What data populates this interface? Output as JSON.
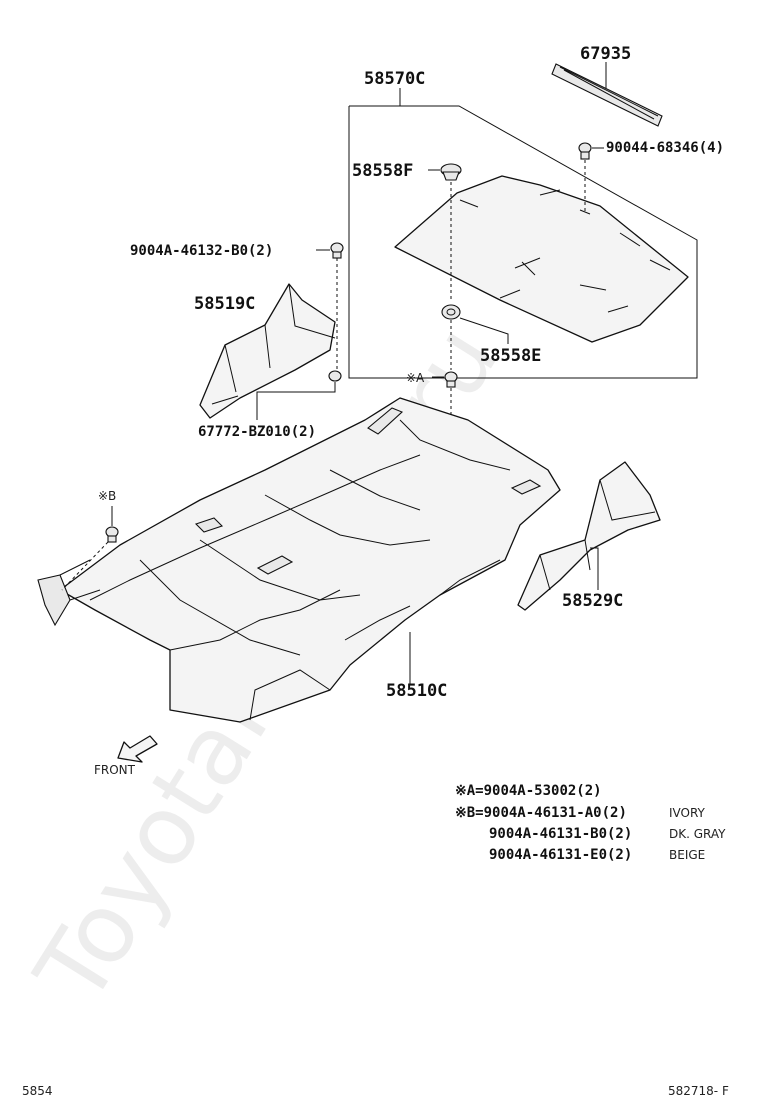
{
  "labels": {
    "p67935": "67935",
    "p58570c": "58570C",
    "p90044": "90044-68346(4)",
    "p58558f": "58558F",
    "p9004a_b0": "9004A-46132-B0(2)",
    "p58519c": "58519C",
    "p58558e": "58558E",
    "refA": "※A",
    "p67772": "67772-BZ010(2)",
    "refB": "※B",
    "p58529c": "58529C",
    "p58510c": "58510C",
    "front": "FRONT"
  },
  "legend": [
    {
      "code": "※A=9004A-53002(2)",
      "color": ""
    },
    {
      "code": "※B=9004A-46131-A0(2)",
      "color": "IVORY"
    },
    {
      "code": "9004A-46131-B0(2)",
      "color": "DK. GRAY"
    },
    {
      "code": "9004A-46131-E0(2)",
      "color": "BEIGE"
    }
  ],
  "footer": {
    "left": "5854",
    "right": "582718- F"
  },
  "watermark": "ToyotaMarket.ru"
}
